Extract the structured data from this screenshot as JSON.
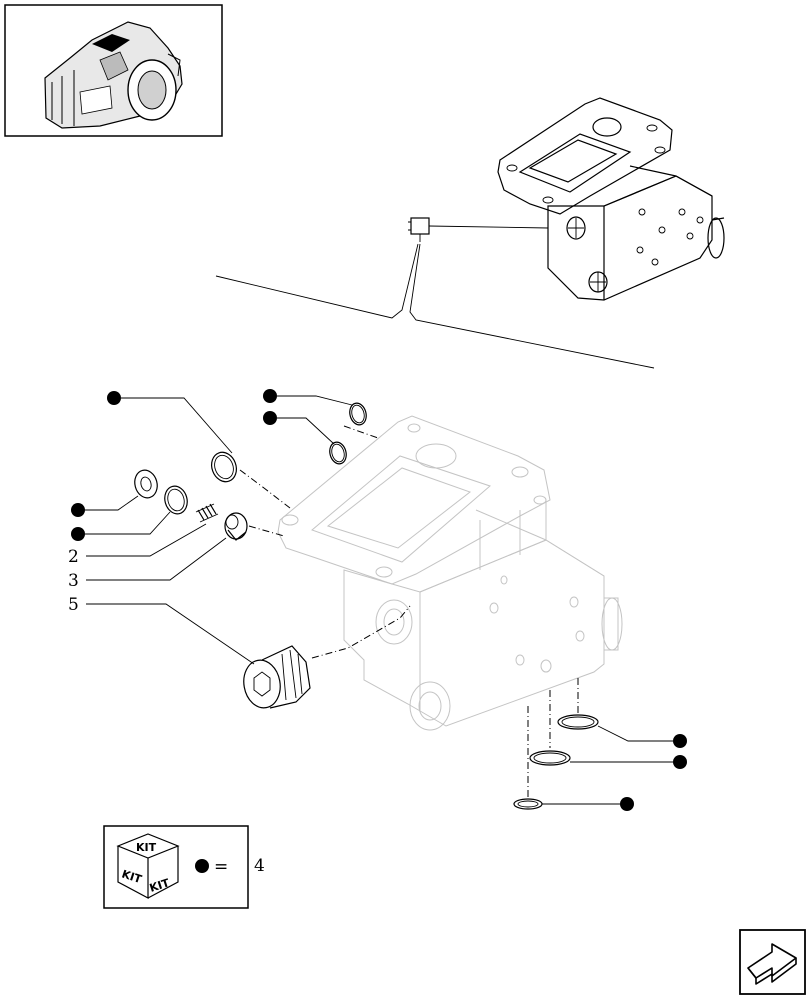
{
  "callouts": {
    "part_2": "2",
    "part_3": "3",
    "part_5": "5"
  },
  "kit_legend": {
    "box_word": "KIT",
    "equals": "=",
    "part_number": "4"
  },
  "colors": {
    "line": "#000000",
    "ghost": "#bdbdbd",
    "background": "#ffffff"
  },
  "icons": {
    "overview": "tractor-transmission-thumbnail",
    "kit": "kit-cube-icon",
    "next": "next-page-arrow-icon"
  }
}
